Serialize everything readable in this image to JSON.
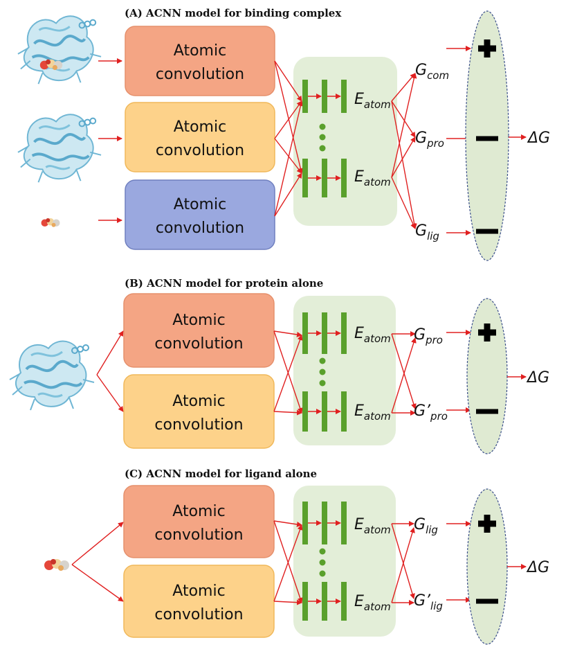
{
  "colors": {
    "salmon": "#f4a584",
    "salmon_border": "#e5906c",
    "orange": "#fdd28a",
    "orange_border": "#f0b85a",
    "blue": "#9aa8df",
    "blue_border": "#6f7fbf",
    "panel_green": "#e3eed8",
    "layer_green": "#5aa02c",
    "arrow_red": "#e02020",
    "ellipse_fill": "#dfead2",
    "ellipse_stroke": "#3a4f8a"
  },
  "panels": [
    {
      "title": "(A) ACNN model for binding  complex",
      "conv_label_line1": "Atomic",
      "conv_label_line2": "convolution",
      "energy_label": "E",
      "energy_sub": "atom",
      "outputs": [
        {
          "main": "G",
          "sub": "com",
          "sign": "plus"
        },
        {
          "main": "G",
          "sub": "pro",
          "sign": "minus"
        },
        {
          "main": "G",
          "sub": "lig",
          "sign": "minus"
        }
      ],
      "result": "ΔG"
    },
    {
      "title": "(B)  ACNN model for protein  alone",
      "conv_label_line1": "Atomic",
      "conv_label_line2": "convolution",
      "energy_label": "E",
      "energy_sub": "atom",
      "outputs": [
        {
          "main": "G",
          "sub": "pro",
          "sign": "plus"
        },
        {
          "main": "G’",
          "sub": "pro",
          "sign": "minus"
        }
      ],
      "result": "ΔG"
    },
    {
      "title": "(C)  ACNN model for ligand  alone",
      "conv_label_line1": "Atomic",
      "conv_label_line2": "convolution",
      "energy_label": "E",
      "energy_sub": "atom",
      "outputs": [
        {
          "main": "G",
          "sub": "lig",
          "sign": "plus"
        },
        {
          "main": "G’",
          "sub": "lig",
          "sign": "minus"
        }
      ],
      "result": "ΔG"
    }
  ]
}
